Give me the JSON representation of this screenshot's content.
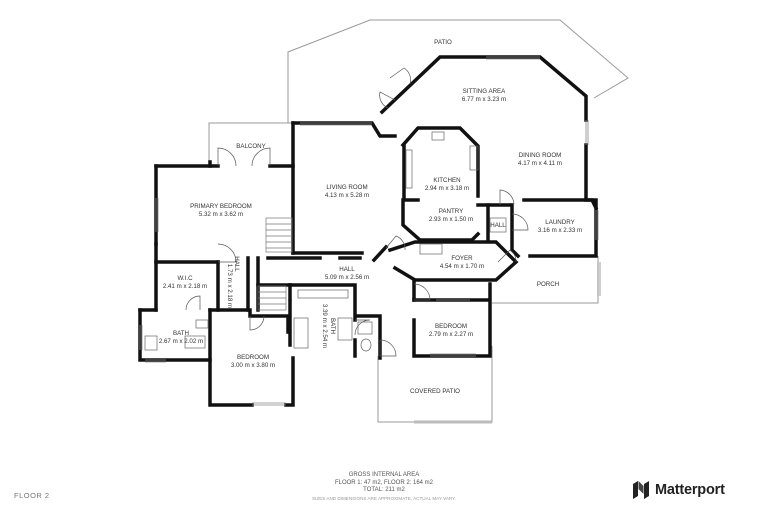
{
  "rooms": {
    "patio": {
      "name": "PATIO"
    },
    "sitting_area": {
      "name": "SITTING AREA",
      "dims": "6.77 m x 3.23 m"
    },
    "balcony": {
      "name": "BALCONY"
    },
    "dining_room": {
      "name": "DINING ROOM",
      "dims": "4.17 m x 4.11 m"
    },
    "primary_bedroom": {
      "name": "PRIMARY BEDROOM",
      "dims": "5.32 m x 3.62 m"
    },
    "living_room": {
      "name": "LIVING ROOM",
      "dims": "4.13 m x 5.28 m"
    },
    "kitchen": {
      "name": "KITCHEN",
      "dims": "2.94 m x 3.18 m"
    },
    "pantry": {
      "name": "PANTRY",
      "dims": "2.93 m x 1.50 m"
    },
    "hall_small": {
      "name": "HALL"
    },
    "laundry": {
      "name": "LAUNDRY",
      "dims": "3.16 m x 2.33 m"
    },
    "hall_vertical": {
      "name": "HALL",
      "dims": "1.73 m x 2.18 m"
    },
    "wic": {
      "name": "W.I.C",
      "dims": "2.41 m x 2.18 m"
    },
    "hall_main": {
      "name": "HALL",
      "dims": "5.09 m x 2.56 m"
    },
    "foyer": {
      "name": "FOYER",
      "dims": "4.54 m x 1.70 m"
    },
    "porch": {
      "name": "PORCH"
    },
    "bath_rotated": {
      "name": "BATH",
      "dims": "3.39 m x 2.54 m"
    },
    "bath": {
      "name": "BATH",
      "dims": "2.67 m x 2.02 m"
    },
    "bedroom_right": {
      "name": "BEDROOM",
      "dims": "2.79 m x 2.27 m"
    },
    "bedroom_left": {
      "name": "BEDROOM",
      "dims": "3.00 m x 3.80 m"
    },
    "covered_patio": {
      "name": "COVERED PATIO"
    }
  },
  "footer": {
    "title": "GROSS INTERNAL AREA",
    "floors": "FLOOR 1: 47 m2, FLOOR 2: 164 m2",
    "total": "TOTAL: 211 m2",
    "disclaimer": "SIZES AND DIMENSIONS ARE APPROXIMATE, ACTUAL MAY VARY."
  },
  "floor_label": "FLOOR 2",
  "brand": {
    "name": "Matterport",
    "logo_icon": "matterport-logo-icon",
    "color": "#222222"
  },
  "colors": {
    "wall": "#111111",
    "thin_line": "#888888",
    "background": "#ffffff"
  }
}
